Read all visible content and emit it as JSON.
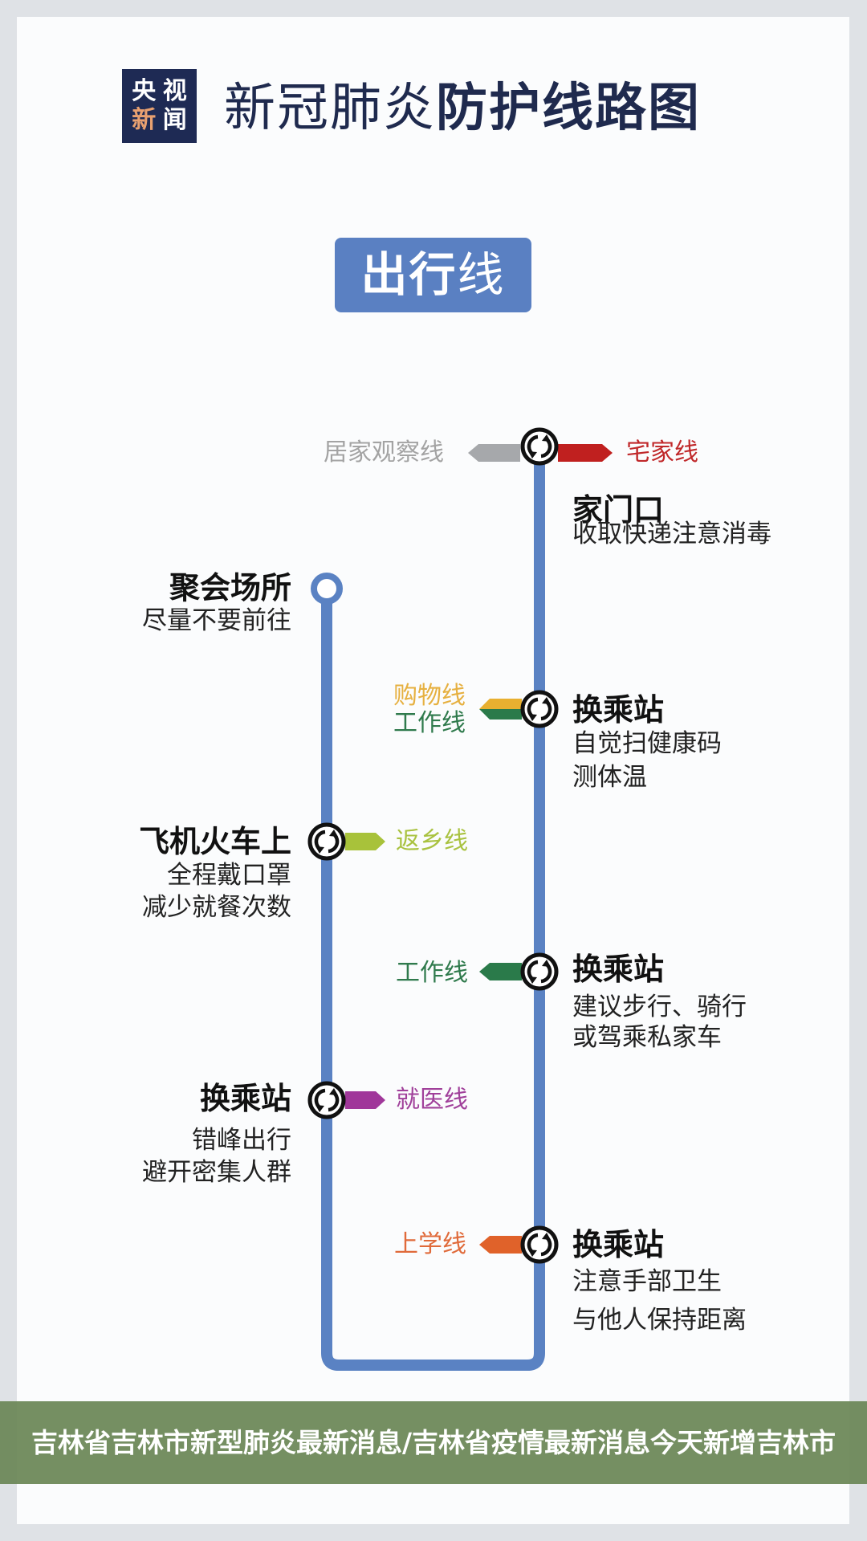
{
  "logo": {
    "line1a": "央",
    "line1b": "视",
    "line2a": "新",
    "line2b": "闻"
  },
  "title": {
    "part1": "新冠肺炎",
    "part2": "防护线路图"
  },
  "section": {
    "bold": "出行",
    "thin": "线"
  },
  "lines": {
    "home_watch": "居家观察线",
    "stay_home": "宅家线",
    "shopping": "购物线",
    "work": "工作线",
    "work2": "工作线",
    "return_home": "返乡线",
    "medical": "就医线",
    "school": "上学线"
  },
  "stations": {
    "doorway": {
      "title": "家门口",
      "sub": [
        "收取快递注意消毒"
      ]
    },
    "gathering": {
      "title": "聚会场所",
      "sub": [
        "尽量不要前往"
      ]
    },
    "transfer1": {
      "title": "换乘站",
      "sub": [
        "自觉扫健康码",
        "测体温"
      ]
    },
    "transport": {
      "title": "飞机火车上",
      "sub": [
        "全程戴口罩",
        "减少就餐次数"
      ]
    },
    "transfer2": {
      "title": "换乘站",
      "sub": [
        "建议步行、骑行",
        "或驾乘私家车"
      ]
    },
    "transfer3": {
      "title": "换乘站",
      "sub": [
        "错峰出行",
        "避开密集人群"
      ]
    },
    "transfer4": {
      "title": "换乘站",
      "sub": [
        "注意手部卫生",
        "与他人保持距离"
      ]
    }
  },
  "overlay_caption": "吉林省吉林市新型肺炎最新消息/吉林省疫情最新消息今天新增吉林市",
  "colors": {
    "route": "#5a82c3",
    "home_watch": "#a6a8ab",
    "stay_home": "#c0201f",
    "shopping": "#e8b030",
    "work": "#2a7a4a",
    "return_home": "#a8c23a",
    "medical": "#a0379a",
    "school": "#e0622a"
  }
}
